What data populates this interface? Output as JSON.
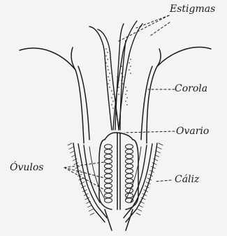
{
  "labels": {
    "estigmas": "Estigmas",
    "corola": "Corola",
    "ovario": "Ovario",
    "ovulos": "Óvulos",
    "caliz": "Cáliz"
  },
  "colors": {
    "background": "#f4f4f2",
    "ink": "#1a1a1a"
  }
}
